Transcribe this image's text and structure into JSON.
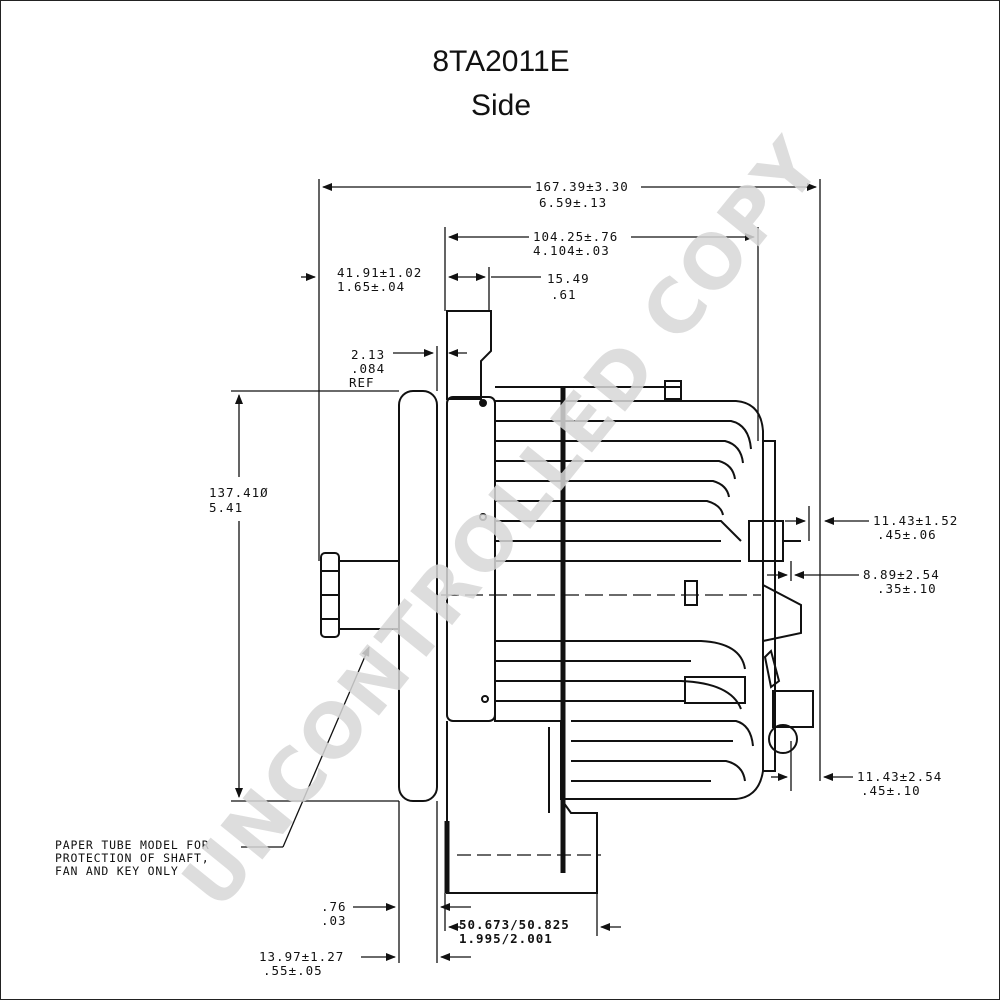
{
  "header": {
    "part_number": "8TA2011E",
    "view": "Side"
  },
  "dimensions": {
    "overall_length": {
      "metric": "167.39±3.30",
      "inch": "6.59±.13"
    },
    "body_length": {
      "metric": "104.25±.76",
      "inch": "4.104±.03"
    },
    "shaft_extension": {
      "metric": "41.91±1.02",
      "inch": "1.65±.04"
    },
    "mount_offset": {
      "metric": "15.49",
      "inch": ".61"
    },
    "flange_gap": {
      "metric": "2.13",
      "inch": ".084",
      "ref": "REF"
    },
    "pulley_diameter": {
      "metric": "137.41Ø",
      "inch": "5.41"
    },
    "terminal_upper": {
      "metric": "11.43±1.52",
      "inch": ".45±.06"
    },
    "terminal_middle": {
      "metric": "8.89±2.54",
      "inch": ".35±.10"
    },
    "terminal_lower": {
      "metric": "11.43±2.54",
      "inch": ".45±.10"
    },
    "foot_step": {
      "metric": ".76",
      "inch": ".03"
    },
    "mount_bore": {
      "metric": "50.673/50.825",
      "inch": "1.995/2.001"
    },
    "pulley_width": {
      "metric": "13.97±1.27",
      "inch": ".55±.05"
    }
  },
  "note": {
    "line1": "PAPER TUBE MODEL FOR",
    "line2": "PROTECTION OF SHAFT,",
    "line3": "FAN AND KEY ONLY"
  },
  "watermark": "UNCONTROLLED COPY",
  "colors": {
    "ink": "#111111",
    "watermark": "#d8d8d8",
    "background": "#ffffff"
  }
}
